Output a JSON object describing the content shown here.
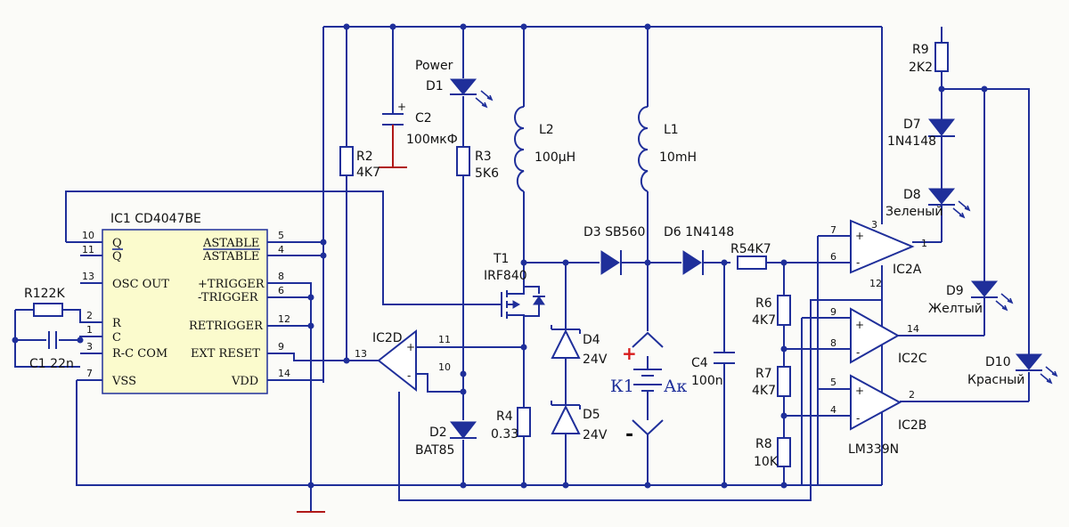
{
  "ic1": {
    "ref": "IC1 CD4047BE",
    "pins_left": [
      {
        "num": "10",
        "name": "Q"
      },
      {
        "num": "11",
        "name": "Q"
      },
      {
        "num": "13",
        "name": "OSC OUT"
      },
      {
        "num": "2",
        "name": "R"
      },
      {
        "num": "1",
        "name": "C"
      },
      {
        "num": "3",
        "name": "R-C COM"
      },
      {
        "num": "7",
        "name": "VSS"
      }
    ],
    "pins_right": [
      {
        "num": "5",
        "name": "ASTABLE"
      },
      {
        "num": "4",
        "name": "ASTABLE"
      },
      {
        "num": "8",
        "name": "+TRIGGER"
      },
      {
        "num": "6",
        "name": "-TRIGGER"
      },
      {
        "num": "12",
        "name": "RETRIGGER"
      },
      {
        "num": "9",
        "name": "EXT RESET"
      },
      {
        "num": "14",
        "name": "VDD"
      }
    ]
  },
  "parts": {
    "r1": "R122K",
    "c1": "C1 22n",
    "r2_ref": "R2",
    "r2_val": "4K7",
    "c2_ref": "C2",
    "c2_val": "100мкФ",
    "power_label": "Power",
    "d1_ref": "D1",
    "r3_ref": "R3",
    "r3_val": "5K6",
    "l2_ref": "L2",
    "l2_val": "100µH",
    "l1_ref": "L1",
    "l1_val": "10mH",
    "t1_ref": "T1",
    "t1_val": "IRF840",
    "d3": "D3  SB560",
    "d6": "D6  1N4148",
    "r5": "R54K7",
    "d4_ref": "D4",
    "d4_val": "24V",
    "d5_ref": "D5",
    "d5_val": "24V",
    "r4_ref": "R4",
    "r4_val": "0.33",
    "d2_ref": "D2",
    "d2_val": "BAT85",
    "ic2d": "IC2D",
    "k1": "К1",
    "ak": "Ак",
    "c4_ref": "C4",
    "c4_val": "100n",
    "r6_ref": "R6",
    "r6_val": "4K7",
    "r7_ref": "R7",
    "r7_val": "4K7",
    "r8_ref": "R8",
    "r8_val": "10K",
    "r9_ref": "R9",
    "r9_val": "2K2",
    "d7_ref": "D7",
    "d7_val": "1N4148",
    "d8_ref": "D8",
    "d8_val": "Зеленый",
    "d9_ref": "D9",
    "d9_val": "Желтый",
    "d10_ref": "D10",
    "d10_val": "Красный",
    "ic2a": "IC2A",
    "ic2c": "IC2C",
    "ic2b": "IC2B",
    "lm339": "LM339N"
  },
  "pins": {
    "ic2d_11": "11",
    "ic2d_10": "10",
    "ic2d_13": "13",
    "ic2a_7": "7",
    "ic2a_6": "6",
    "ic2a_3": "3",
    "ic2a_12": "12",
    "ic2a_1": "1",
    "ic2c_9": "9",
    "ic2c_8": "8",
    "ic2c_14": "14",
    "ic2b_5": "5",
    "ic2b_4": "4",
    "ic2b_2": "2"
  },
  "signs": {
    "plus": "+",
    "minus": "-"
  }
}
